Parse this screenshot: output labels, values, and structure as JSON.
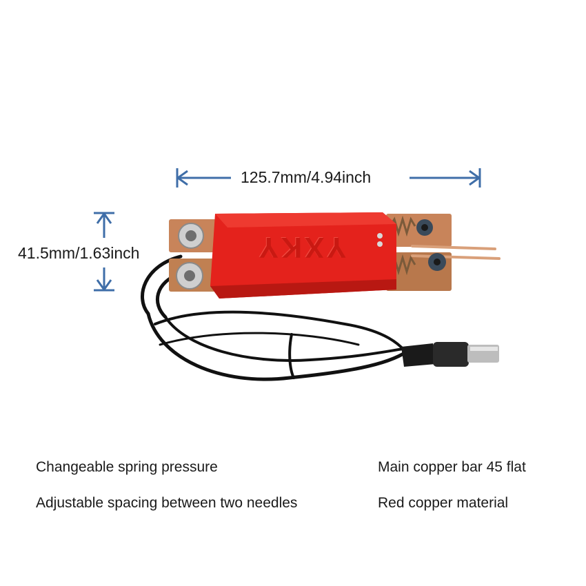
{
  "dimensions": {
    "width_label": "125.7mm/4.94inch",
    "height_label": "41.5mm/1.63inch"
  },
  "product": {
    "brand_mark": "YXKY",
    "colors": {
      "housing": "#e4221c",
      "copper": "#c8845a",
      "cable": "#111111",
      "arrow": "#3f6ea8"
    }
  },
  "features": {
    "left": [
      "Changeable spring pressure",
      "Adjustable spacing between two needles"
    ],
    "right": [
      "Main copper bar 45 flat",
      "Red copper material"
    ]
  }
}
